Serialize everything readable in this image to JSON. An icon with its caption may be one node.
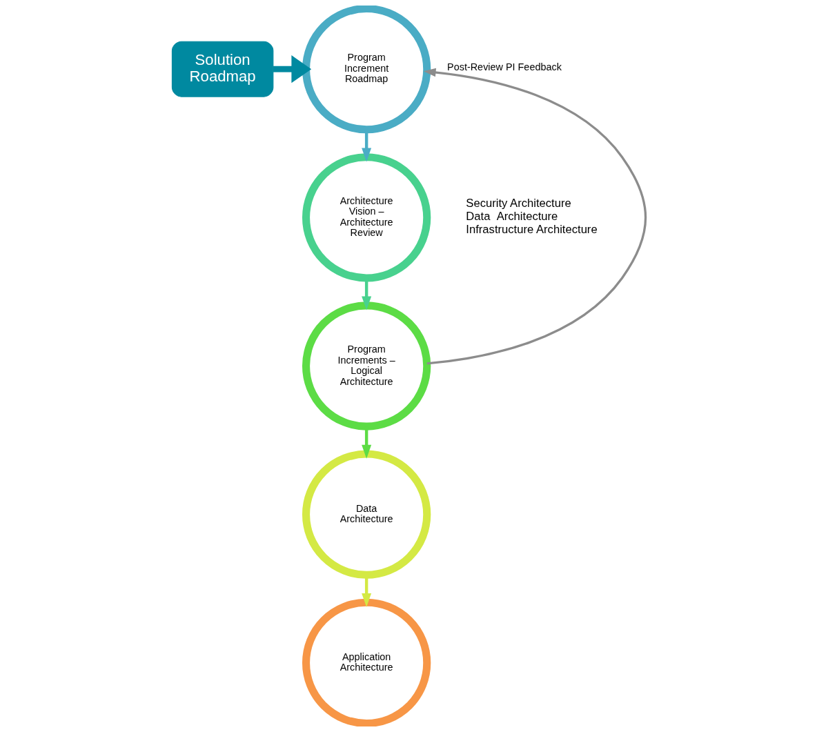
{
  "diagram": {
    "nodes": [
      {
        "text": [
          "Solution Roadmap"
        ]
      },
      {
        "text": [
          "Program Increment Roadmap"
        ]
      },
      {
        "text": [
          "Architecture Vision – Architecture Review"
        ]
      },
      {
        "text": [
          "Program Increments – Logical Architecture"
        ]
      },
      {
        "text": [
          "Data Architecture"
        ]
      },
      {
        "text": [
          "Application Architecture"
        ]
      }
    ],
    "edges": [
      {
        "from": 0,
        "to": 1,
        "arrow": "to",
        "style": "thick",
        "color": "#0089a0"
      },
      {
        "from": 1,
        "to": 2,
        "arrow": "to",
        "color": "#4aacc5"
      },
      {
        "from": 2,
        "to": 3,
        "arrow": "to",
        "color": "#48d18e"
      },
      {
        "from": 3,
        "to": 4,
        "arrow": "to",
        "color": "#5cdc45"
      },
      {
        "from": 4,
        "to": 5,
        "arrow": "to",
        "color": "#d4e944"
      },
      {
        "from": 3,
        "to": 1,
        "arrow": "to",
        "label": "Post-Review PI Feedback",
        "color": "#8c8c8c"
      }
    ],
    "labels": [
      "Security Architecture",
      "Data  Architecture",
      "Infrastructure Architecture"
    ]
  }
}
